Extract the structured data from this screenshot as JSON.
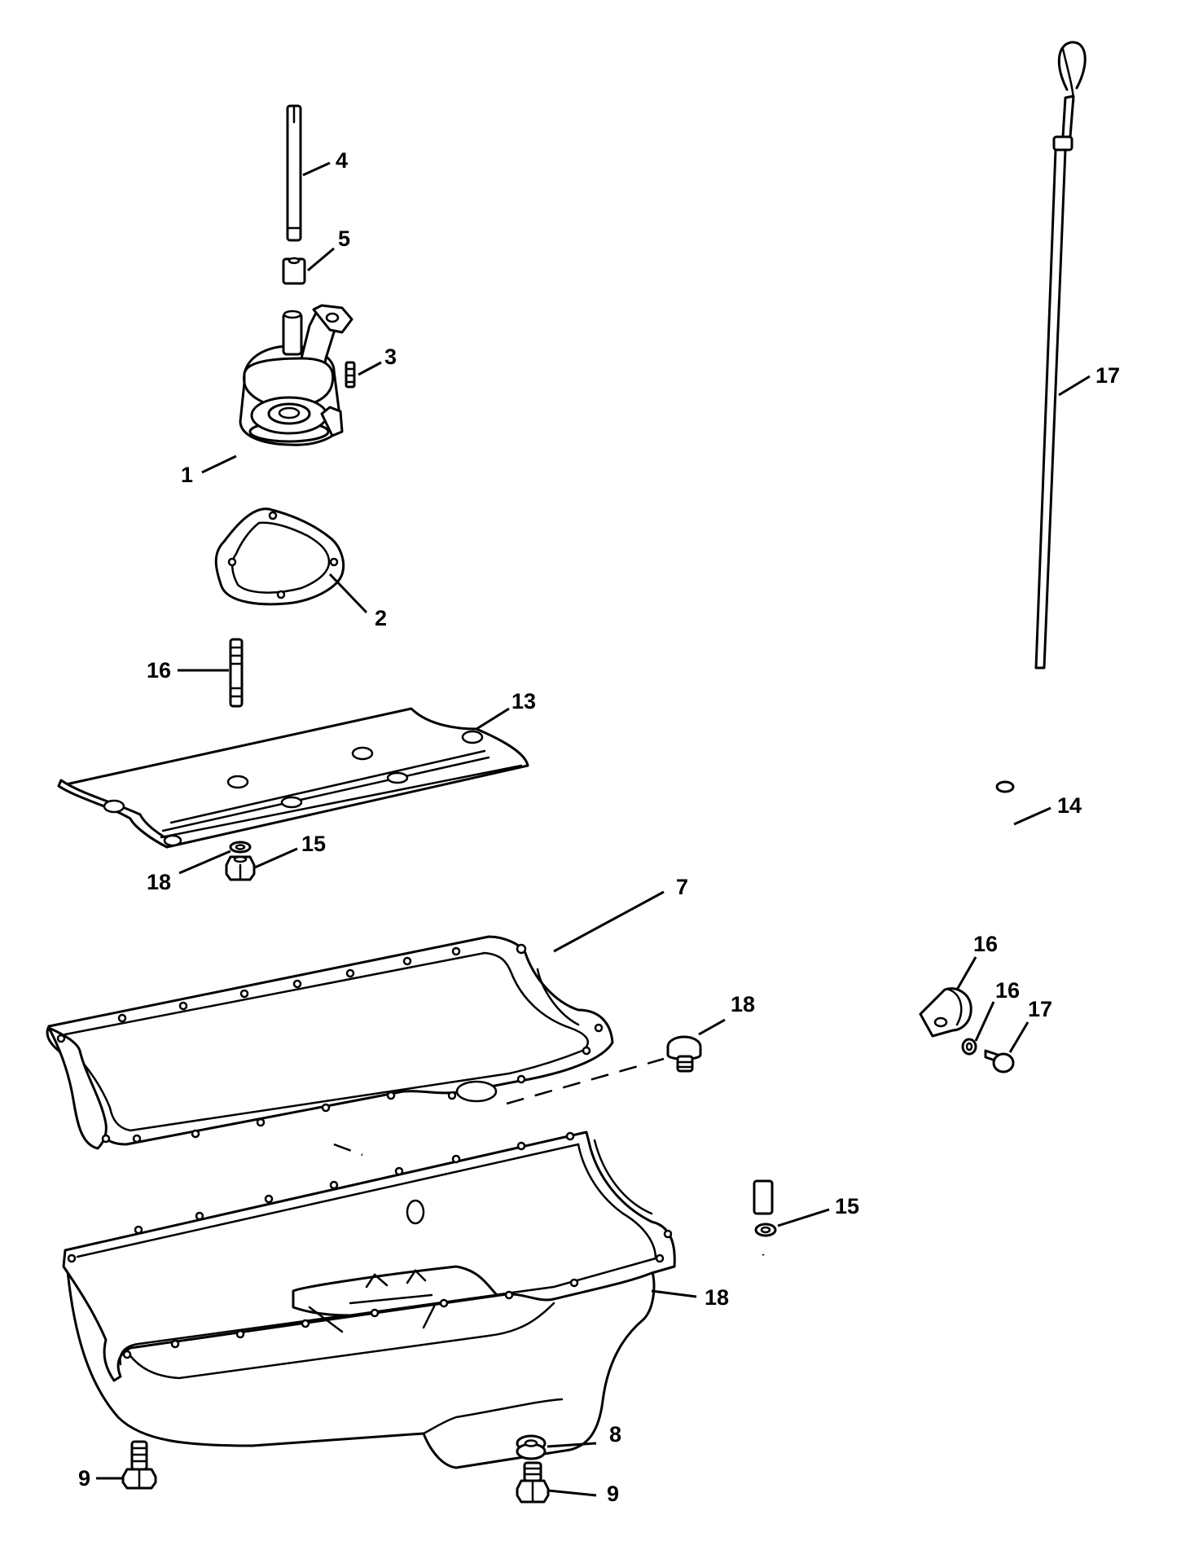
{
  "callouts": {
    "oil_pump": "1",
    "pump_gasket": "2",
    "pump_stud": "3",
    "drive_shaft": "4",
    "shaft_coupling": "5",
    "pan_gasket": "7",
    "drain_gasket": "8",
    "pan_bolt": "9",
    "drain_plug": "9",
    "dipstick_tube": "14",
    "tube_nut_upper": "15",
    "tube_washer": "15",
    "baffle_stud": "16",
    "tube_clip": "16",
    "clip_washer": "16",
    "dipstick": "17",
    "clip_screw": "17",
    "baffle_washer": "18",
    "pan_plug": "18",
    "oil_pan": "18",
    "windage_tray": "13"
  },
  "colors": {
    "line": "#000000",
    "background": "#ffffff"
  }
}
